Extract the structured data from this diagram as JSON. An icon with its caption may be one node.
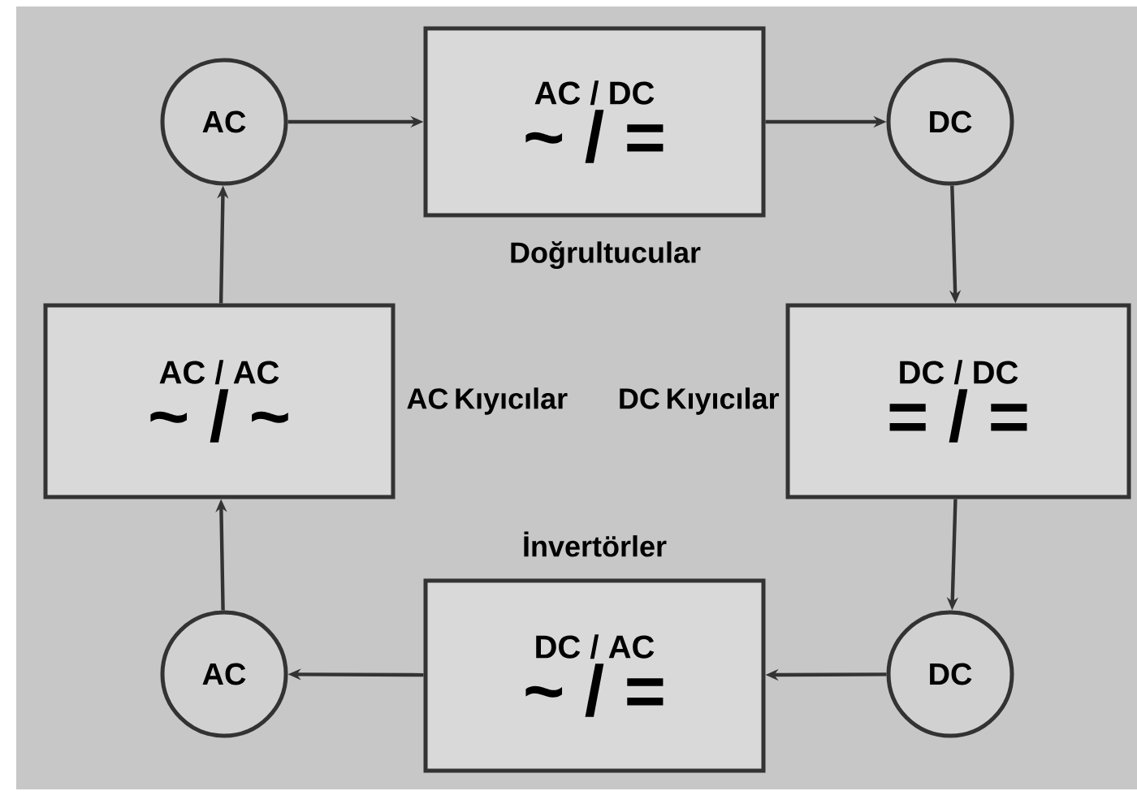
{
  "diagram": {
    "nodes": [
      {
        "text": [
          "AC"
        ]
      },
      {
        "text": [
          "AC / DC",
          "~ / ="
        ],
        "beside": [
          "Doğrultucular"
        ]
      },
      {
        "text": [
          "DC"
        ]
      },
      {
        "text": [
          "AC / AC",
          "~ / ~"
        ],
        "beside": [
          "AC Kıyıcılar"
        ]
      },
      {
        "text": [
          "DC / DC",
          "= / ="
        ],
        "beside": [
          "DC Kıyıcılar"
        ]
      },
      {
        "text": [
          "AC"
        ]
      },
      {
        "text": [
          "DC / AC",
          "~ / ="
        ],
        "beside": [
          "İnvertörler"
        ]
      },
      {
        "text": [
          "DC"
        ]
      }
    ],
    "edges": [
      {
        "from": 0,
        "to": 1,
        "arrow": "to"
      },
      {
        "from": 1,
        "to": 2,
        "arrow": "to"
      },
      {
        "from": 2,
        "to": 4,
        "arrow": "to"
      },
      {
        "from": 4,
        "to": 7,
        "arrow": "to"
      },
      {
        "from": 7,
        "to": 6,
        "arrow": "to"
      },
      {
        "from": 6,
        "to": 5,
        "arrow": "to"
      },
      {
        "from": 5,
        "to": 3,
        "arrow": "to"
      },
      {
        "from": 3,
        "to": 0,
        "arrow": "to"
      }
    ]
  }
}
